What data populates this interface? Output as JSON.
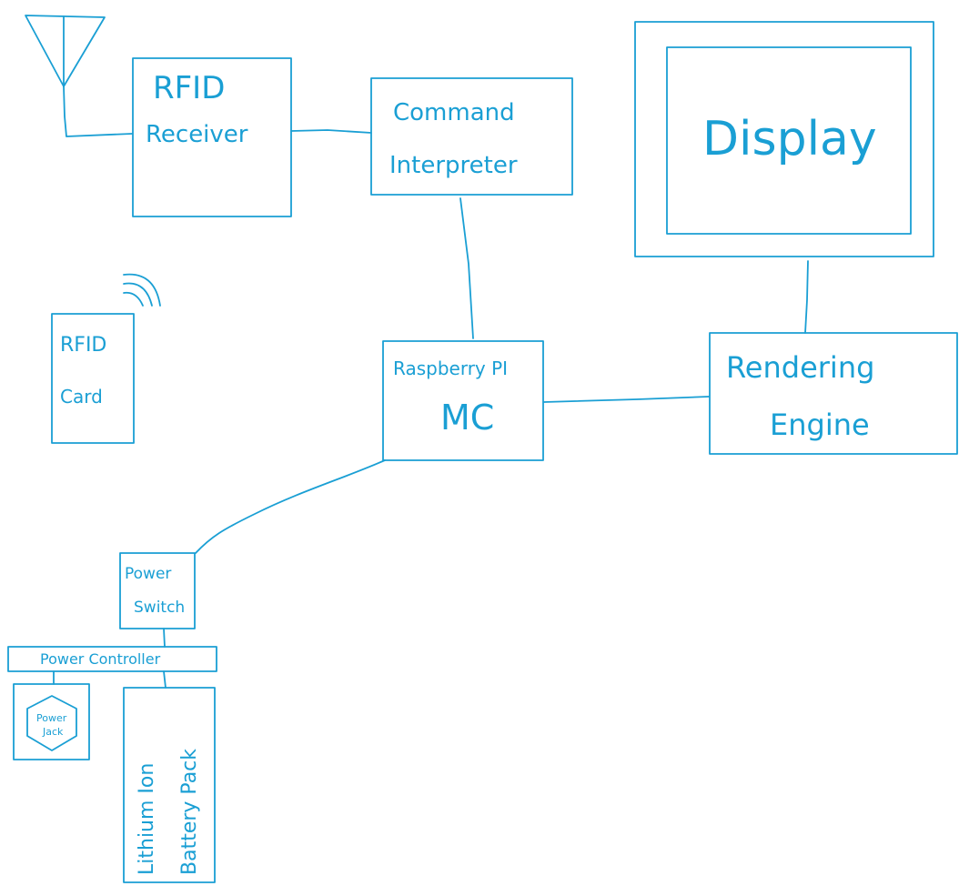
{
  "diagram": {
    "colors": {
      "ink": "#1a9fd4",
      "background": "#ffffff"
    },
    "nodes": {
      "rfid_receiver": {
        "line1": "RFID",
        "line2": "Receiver"
      },
      "command_interpreter": {
        "line1": "Command",
        "line2": "Interpreter"
      },
      "display": {
        "label": "Display"
      },
      "rfid_card": {
        "line1": "RFID",
        "line2": "Card"
      },
      "raspberry_pi": {
        "line1": "Raspberry PI",
        "line2": "MC"
      },
      "rendering_engine": {
        "line1": "Rendering",
        "line2": "Engine"
      },
      "power_switch": {
        "line1": "Power",
        "line2": "Switch"
      },
      "power_controller": {
        "label": "Power Controller"
      },
      "power_jack": {
        "line1": "Power",
        "line2": "Jack"
      },
      "battery_pack": {
        "line1": "Lithium Ion",
        "line2": "Battery Pack"
      }
    },
    "icons": {
      "antenna": "antenna-icon",
      "wireless": "wireless-signal-icon",
      "hexagon": "hexagon-icon"
    }
  }
}
